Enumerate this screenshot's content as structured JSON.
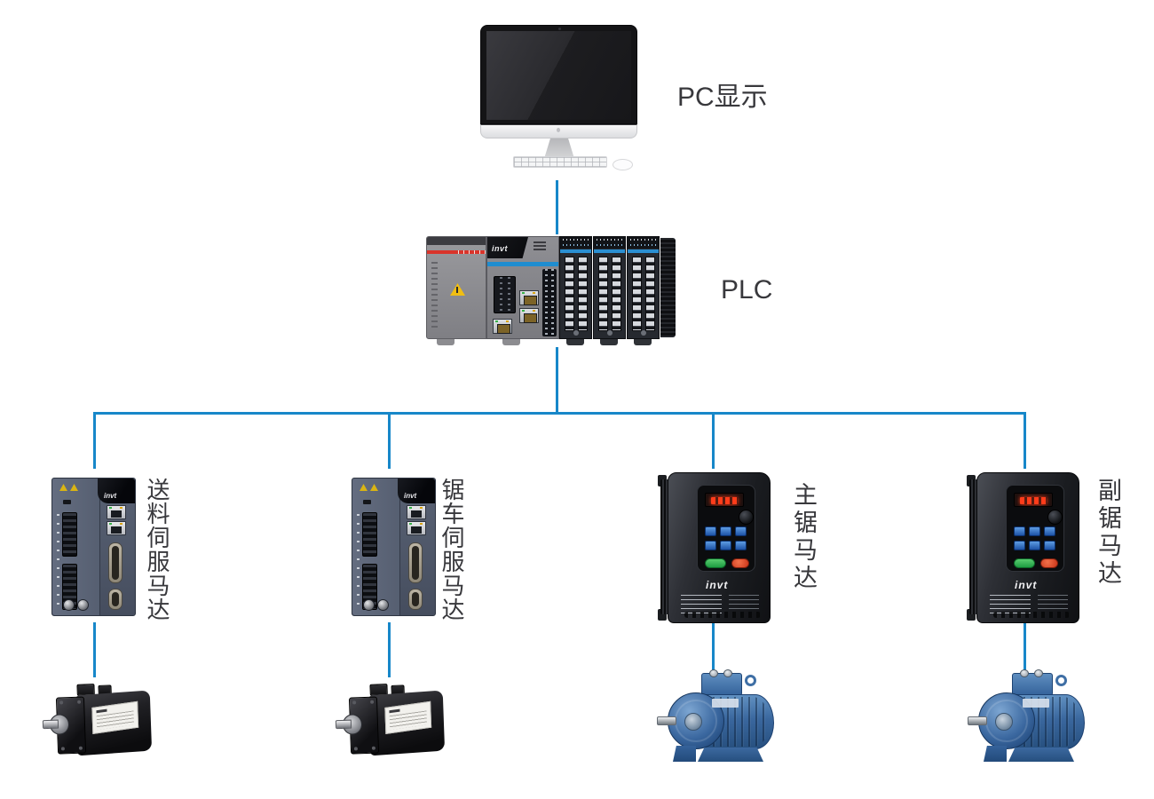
{
  "diagram": {
    "type": "equipment-topology",
    "brand": "invt",
    "colors": {
      "connector": "#1787c9",
      "label_text": "#38383c",
      "background": "#ffffff"
    },
    "nodes": {
      "pc": {
        "label": "PC显示",
        "type": "desktop-computer"
      },
      "plc": {
        "label": "PLC",
        "type": "plc-controller"
      },
      "feed_servo": {
        "label": "送料伺服马达",
        "type": "servo-drive"
      },
      "saw_servo": {
        "label": "锯车伺服马达",
        "type": "servo-drive"
      },
      "main_saw": {
        "label": "主锯马达",
        "type": "vfd-inverter"
      },
      "aux_saw": {
        "label": "副锯马达",
        "type": "vfd-inverter"
      },
      "servo_motor_1": {
        "type": "servo-motor"
      },
      "servo_motor_2": {
        "type": "servo-motor"
      },
      "induction_motor_1": {
        "type": "induction-motor"
      },
      "induction_motor_2": {
        "type": "induction-motor"
      }
    },
    "edges": [
      {
        "from": "pc",
        "to": "plc"
      },
      {
        "from": "plc",
        "to": "feed_servo"
      },
      {
        "from": "plc",
        "to": "saw_servo"
      },
      {
        "from": "plc",
        "to": "main_saw"
      },
      {
        "from": "plc",
        "to": "aux_saw"
      },
      {
        "from": "feed_servo",
        "to": "servo_motor_1"
      },
      {
        "from": "saw_servo",
        "to": "servo_motor_2"
      },
      {
        "from": "main_saw",
        "to": "induction_motor_1"
      },
      {
        "from": "aux_saw",
        "to": "induction_motor_2"
      }
    ]
  }
}
